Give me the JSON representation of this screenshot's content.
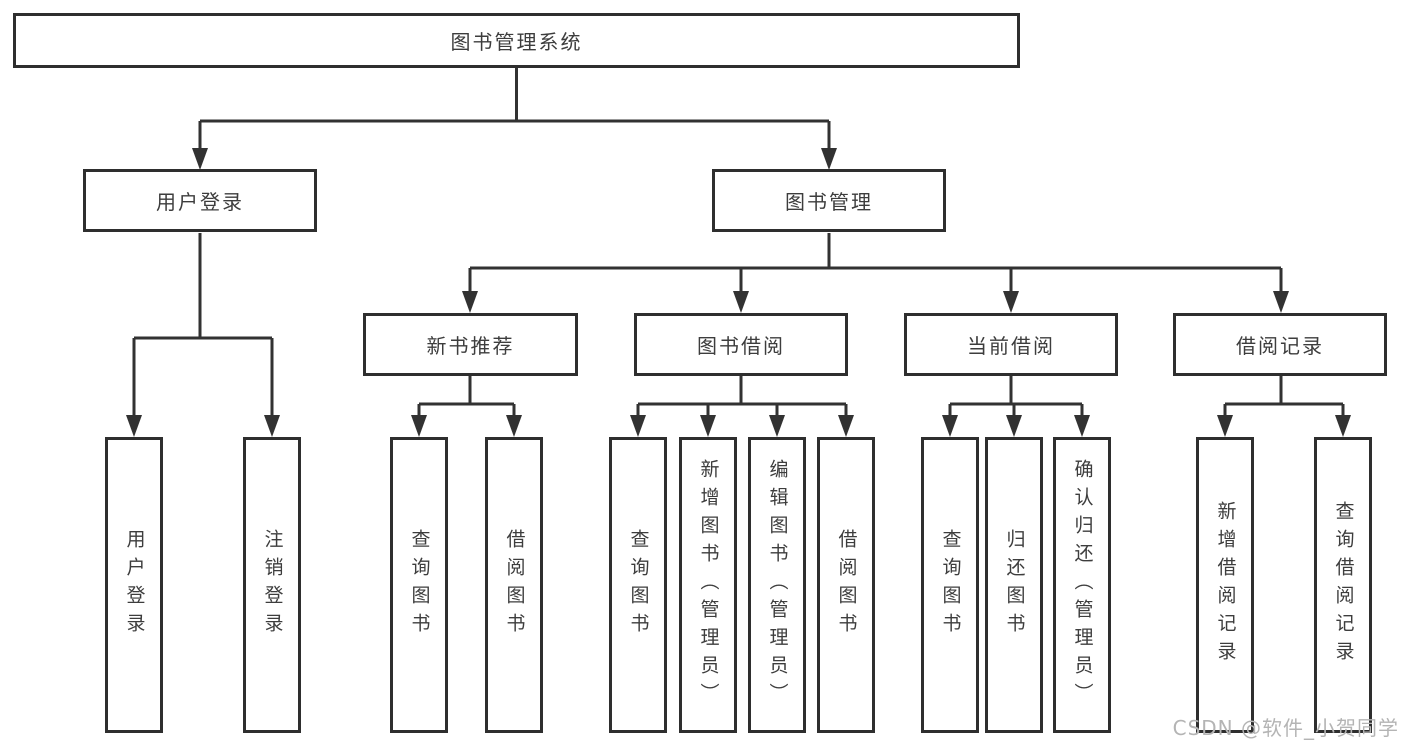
{
  "tree": {
    "root": {
      "label": "图书管理系统",
      "children": [
        {
          "label": "用户登录",
          "children": [
            {
              "label": "用户登录"
            },
            {
              "label": "注销登录"
            }
          ]
        },
        {
          "label": "图书管理",
          "children": [
            {
              "label": "新书推荐",
              "children": [
                {
                  "label": "查询图书"
                },
                {
                  "label": "借阅图书"
                }
              ]
            },
            {
              "label": "图书借阅",
              "children": [
                {
                  "label": "查询图书"
                },
                {
                  "label": "新增图书（管理员）"
                },
                {
                  "label": "编辑图书（管理员）"
                },
                {
                  "label": "借阅图书"
                }
              ]
            },
            {
              "label": "当前借阅",
              "children": [
                {
                  "label": "查询图书"
                },
                {
                  "label": "归还图书"
                },
                {
                  "label": "确认归还（管理员）"
                }
              ]
            },
            {
              "label": "借阅记录",
              "children": [
                {
                  "label": "新增借阅记录"
                },
                {
                  "label": "查询借阅记录"
                }
              ]
            }
          ]
        }
      ]
    }
  },
  "watermark": {
    "text": "CSDN @软件_小贺同学"
  },
  "colors": {
    "background": "#ffffff",
    "line": "#323232",
    "box_border": "#2e2e2e",
    "text": "#3d3d3d",
    "watermark_text": "#b4b4b4"
  }
}
